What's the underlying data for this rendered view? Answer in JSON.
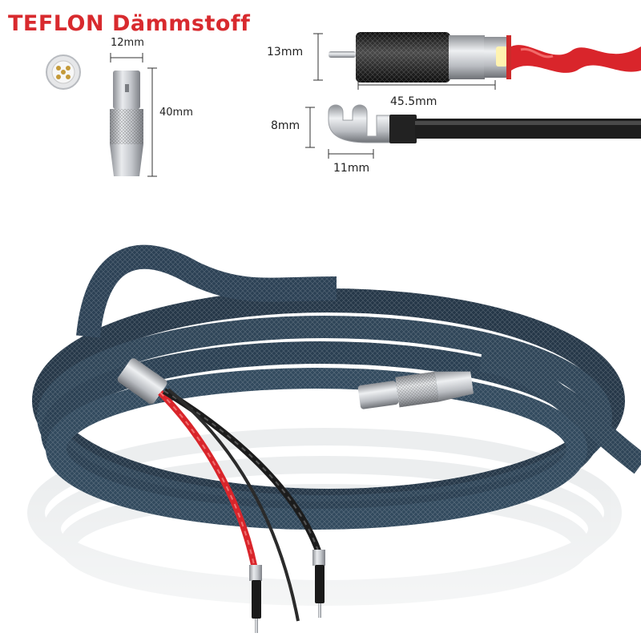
{
  "title": "TEFLON Dämmstoff",
  "dimensions": {
    "din_width": "12mm",
    "din_length": "40mm",
    "rca_height": "13mm",
    "rca_length": "45.5mm",
    "spade_height": "8mm",
    "spade_width": "11mm"
  },
  "colors": {
    "title": "#d82a2e",
    "cable_jacket": "#2f4558",
    "red_wire": "#d9252b",
    "black_wire": "#1c1c1c"
  }
}
